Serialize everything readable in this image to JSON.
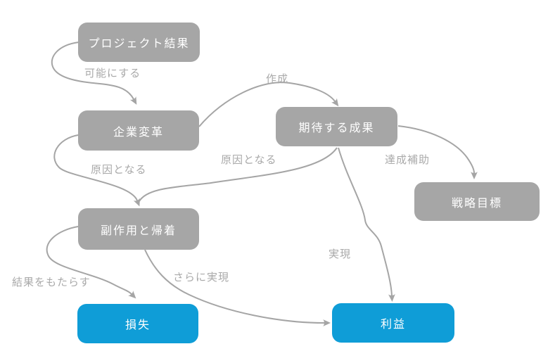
{
  "colors": {
    "node_gray": "#a6a6a6",
    "node_blue": "#0f9dd7",
    "edge_color": "#a5a5a5",
    "label_color": "#a9a9a9",
    "node_text": "#ffffff",
    "background": "#ffffff"
  },
  "nodes": {
    "project_results": {
      "label": "プロジェクト結果",
      "type": "gray"
    },
    "business_change": {
      "label": "企業変革",
      "type": "gray"
    },
    "expected_outcomes": {
      "label": "期待する成果",
      "type": "gray"
    },
    "strategic_goals": {
      "label": "戦略目標",
      "type": "gray"
    },
    "side_effects": {
      "label": "副作用と帰着",
      "type": "gray"
    },
    "loss": {
      "label": "損失",
      "type": "blue"
    },
    "profit": {
      "label": "利益",
      "type": "blue"
    }
  },
  "edge_labels": {
    "enable": "可能にする",
    "create": "作成",
    "cause_left": "原因となる",
    "cause_right": "原因となる",
    "support": "達成補助",
    "realize": "実現",
    "further_realize": "さらに実現",
    "yields": "結果をもたらす"
  },
  "edges": [
    {
      "from": "プロジェクト結果",
      "to": "企業変革",
      "label": "可能にする"
    },
    {
      "from": "企業変革",
      "to": "期待する成果",
      "label": "作成"
    },
    {
      "from": "企業変革",
      "to": "副作用と帰着",
      "label": "原因となる"
    },
    {
      "from": "期待する成果",
      "to": "副作用と帰着",
      "label": "原因となる"
    },
    {
      "from": "期待する成果",
      "to": "戦略目標",
      "label": "達成補助"
    },
    {
      "from": "期待する成果",
      "to": "利益",
      "label": "実現"
    },
    {
      "from": "副作用と帰着",
      "to": "損失",
      "label": "結果をもたらす"
    },
    {
      "from": "副作用と帰着",
      "to": "利益",
      "label": "さらに実現"
    }
  ]
}
